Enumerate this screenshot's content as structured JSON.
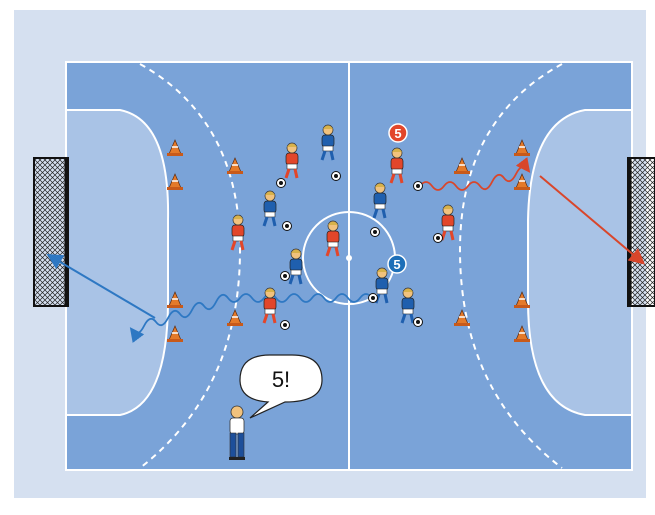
{
  "coach": {
    "call": "5!"
  },
  "badges": [
    {
      "label": "5",
      "team": "red",
      "color": "#e2462a"
    },
    {
      "label": "5",
      "team": "blue",
      "color": "#1d6fb8"
    }
  ],
  "colors": {
    "background": "#d5e0f0",
    "court": "#7aa3d8",
    "goal_area": "#a9c3e6",
    "lines": "#ffffff",
    "red_team": "#e2462a",
    "blue_team": "#1f5fae",
    "cone": "#e47a2a",
    "red_arrow": "#d9462b",
    "blue_arrow": "#2e78c3"
  },
  "legend": {
    "icons": [
      "cone-icon",
      "ball-icon",
      "goal-icon",
      "arrow-icon",
      "dribble-path-icon",
      "whistle-coach-icon"
    ]
  }
}
